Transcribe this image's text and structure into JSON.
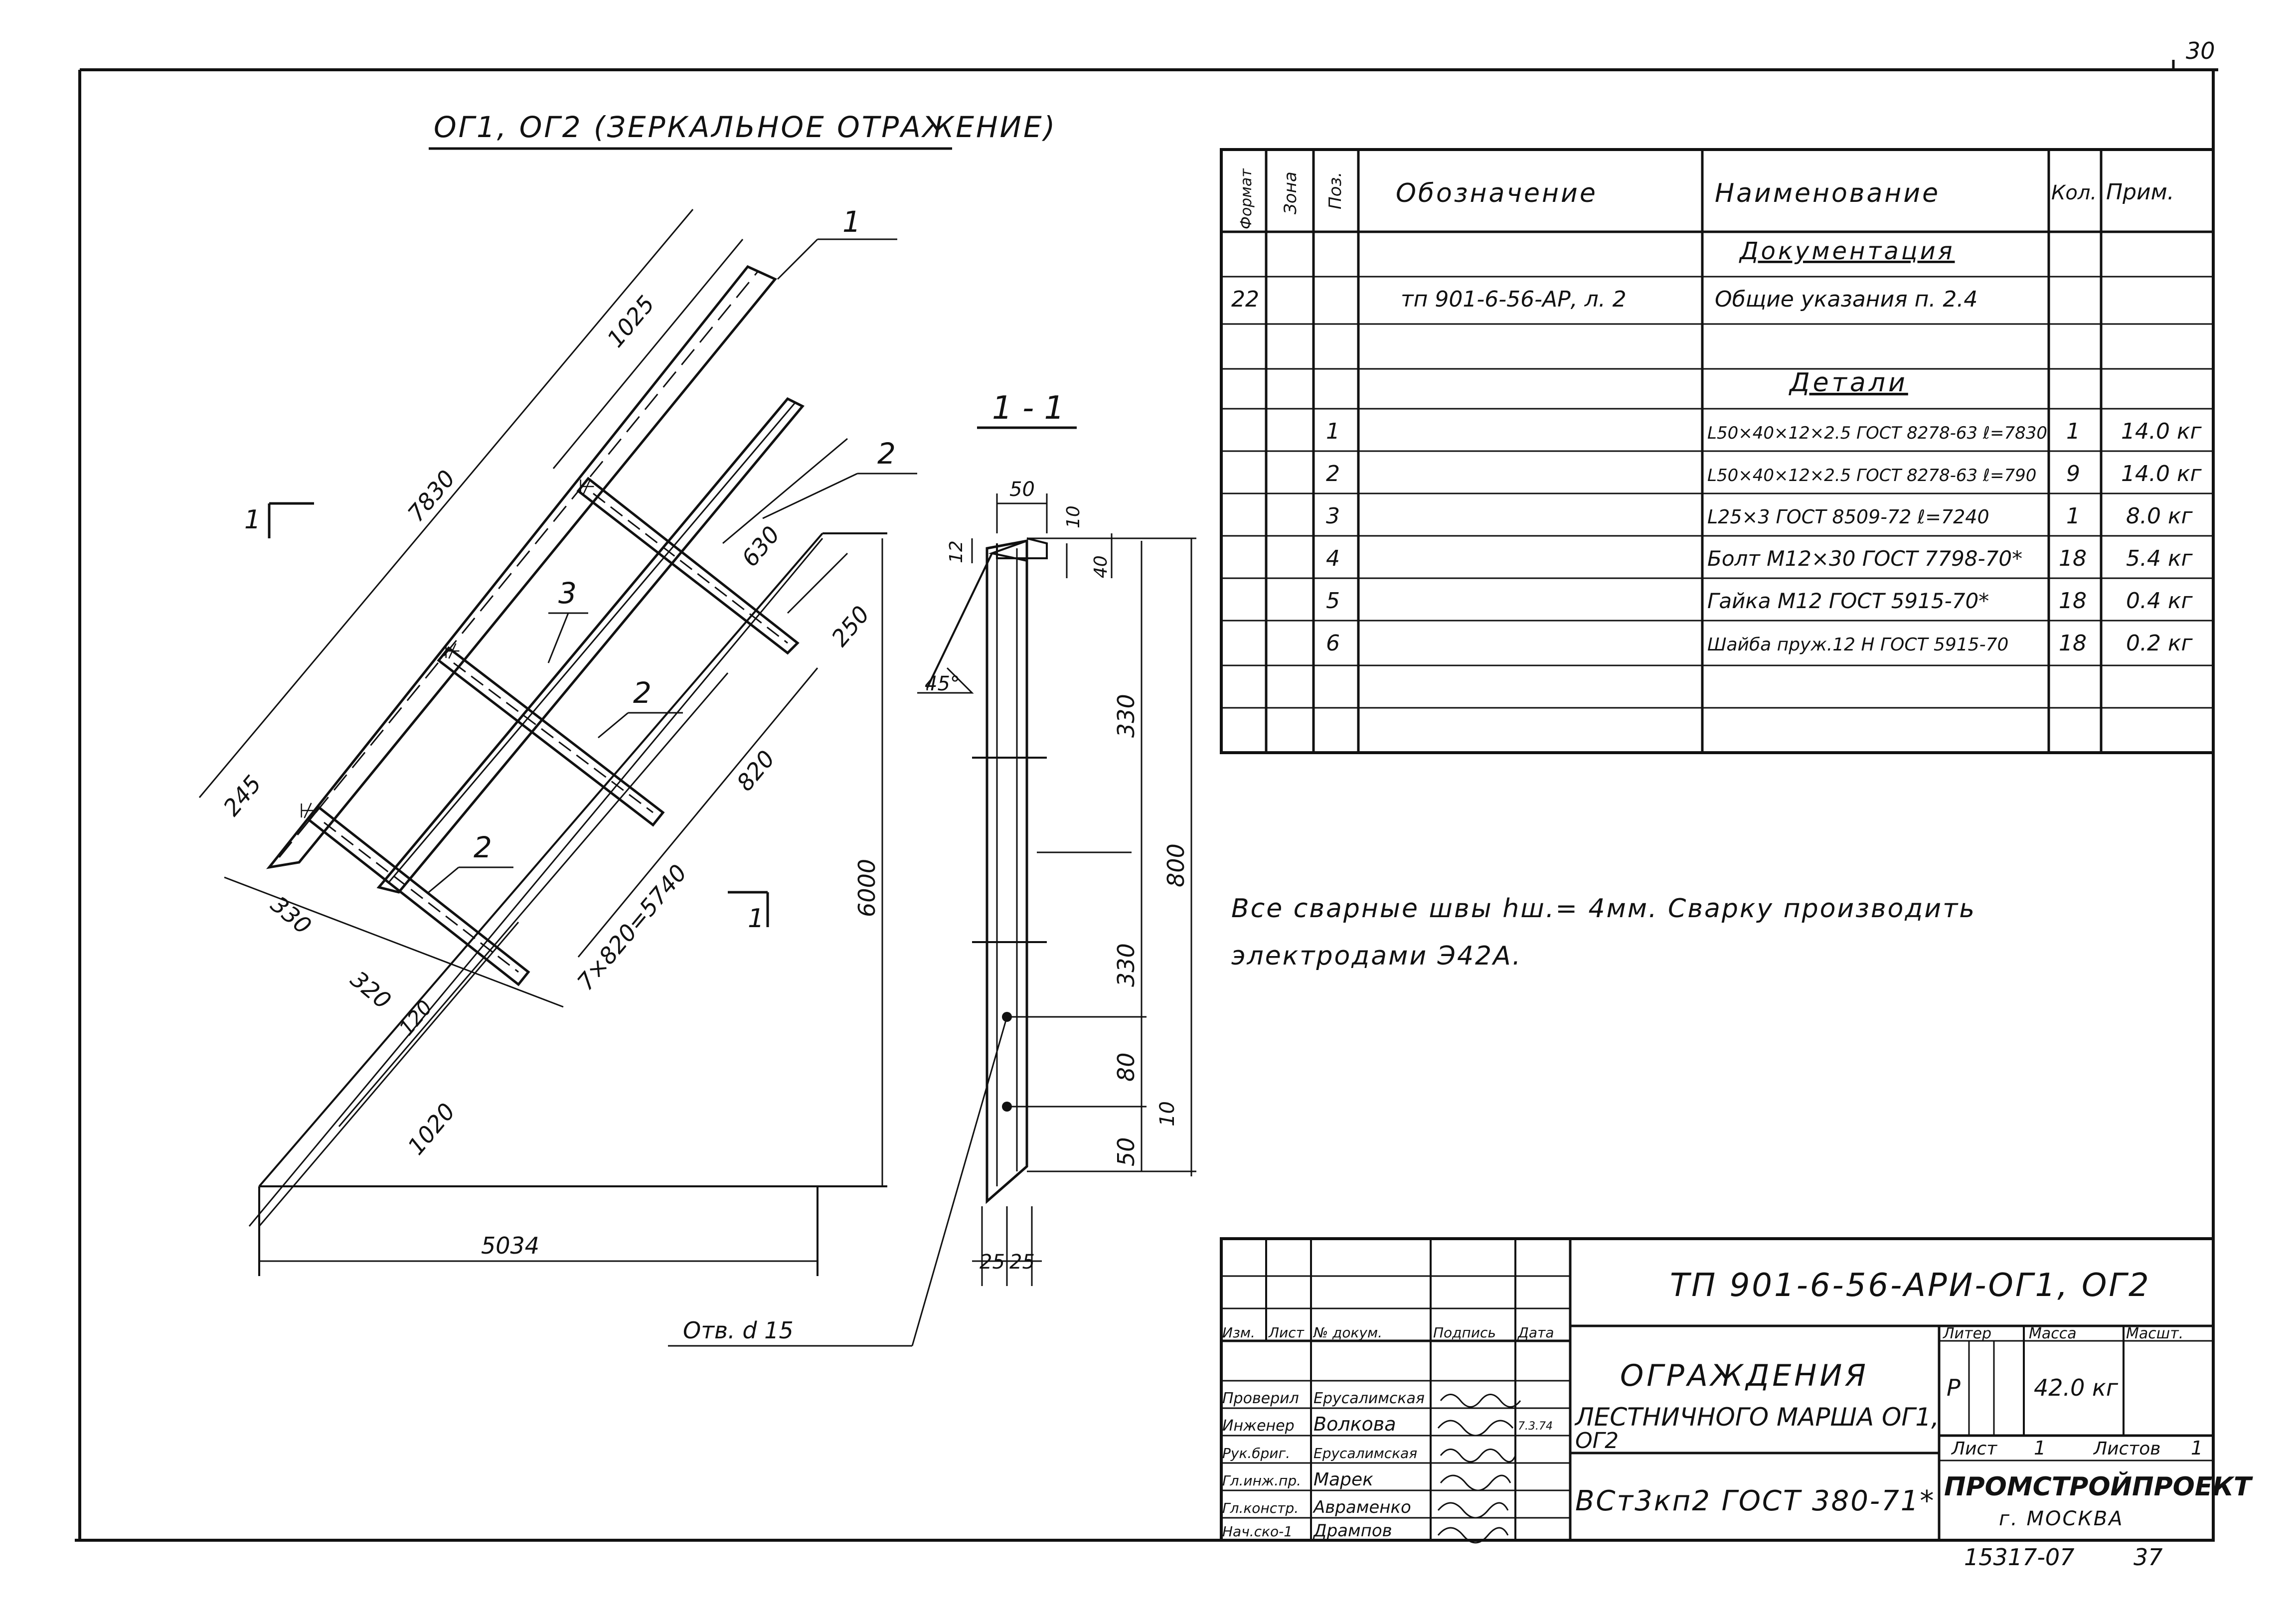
{
  "view_title": "ОГ1, ОГ2 (ЗЕРКАЛЬНОЕ ОТРАЖЕНИЕ)",
  "page_number_corner": "30",
  "section_mark": "1 - 1",
  "section_cut_label": "1",
  "position_callouts": [
    "1",
    "2",
    "3",
    "2",
    "2"
  ],
  "dimensions_main": [
    "1025",
    "7830",
    "630",
    "250",
    "245",
    "820",
    "330",
    "320",
    "120",
    "7×820=5740",
    "1020",
    "6000",
    "5034"
  ],
  "section_dims": [
    "50",
    "10",
    "12",
    "40",
    "330",
    "800",
    "330",
    "80",
    "10",
    "50",
    "25",
    "25"
  ],
  "angle_label": "45°",
  "hole_label": "Отв. d 15",
  "note_text": [
    "Все сварные швы hш.= 4мм. Сварку производить",
    "электродами Э42А."
  ],
  "spec_table": {
    "headers": [
      "Формат",
      "Зона",
      "Поз.",
      "Обозначение",
      "Наименование",
      "Кол.",
      "Прим."
    ],
    "section_documentation": "Документация",
    "doc_row": {
      "format": "22",
      "designation": "тп 901-6-56-АР, л. 2",
      "name": "Общие указания п. 2.4"
    },
    "section_details": "Детали",
    "rows": [
      {
        "pos": "1",
        "name": "L50×40×12×2.5 ГОСТ 8278-63 ℓ=7830",
        "qty": "1",
        "note": "14.0 кг"
      },
      {
        "pos": "2",
        "name": "L50×40×12×2.5 ГОСТ 8278-63 ℓ=790",
        "qty": "9",
        "note": "14.0 кг"
      },
      {
        "pos": "3",
        "name": "L25×3 ГОСТ 8509-72 ℓ=7240",
        "qty": "1",
        "note": "8.0 кг"
      },
      {
        "pos": "4",
        "name": "Болт М12×30 ГОСТ 7798-70*",
        "qty": "18",
        "note": "5.4 кг"
      },
      {
        "pos": "5",
        "name": "Гайка М12 ГОСТ 5915-70*",
        "qty": "18",
        "note": "0.4 кг"
      },
      {
        "pos": "6",
        "name": "Шайба пруж.12 Н ГОСТ 5915-70",
        "qty": "18",
        "note": "0.2 кг"
      }
    ]
  },
  "title_block": {
    "document_code": "ТП 901-6-56-АРИ-ОГ1, ОГ2",
    "title_line1": "ОГРАЖДЕНИЯ",
    "title_line2": "ЛЕСТНИЧНОГО МАРША ОГ1,",
    "title_line3": "ОГ2",
    "material": "ВСт3кп2 ГОСТ 380-71*",
    "col_headers": [
      "Изм.",
      "Лист",
      "№ докум.",
      "Подпись",
      "Дата"
    ],
    "roles": [
      "Проверил",
      "Инженер",
      "Рук.бриг.",
      "Гл.инж.пр.",
      "Гл.констр.",
      "Нач.ско-1"
    ],
    "names": [
      "Ерусалимская",
      "Волкова",
      "Ерусалимская",
      "Марек",
      "Авраменко",
      "Дрампов"
    ],
    "date": "7.3.74",
    "liter_label": "Литер",
    "mass_label": "Масса",
    "scale_label": "Масшт.",
    "liter_value": "Р",
    "mass_value": "42.0 кг",
    "sheet_label": "Лист",
    "sheet_value": "1",
    "sheets_label": "Листов",
    "sheets_value": "1",
    "org": "ПРОМСТРОЙПРОЕКТ",
    "city": "г. МОСКВА",
    "bottom_code": "15317-07",
    "bottom_page": "37"
  }
}
